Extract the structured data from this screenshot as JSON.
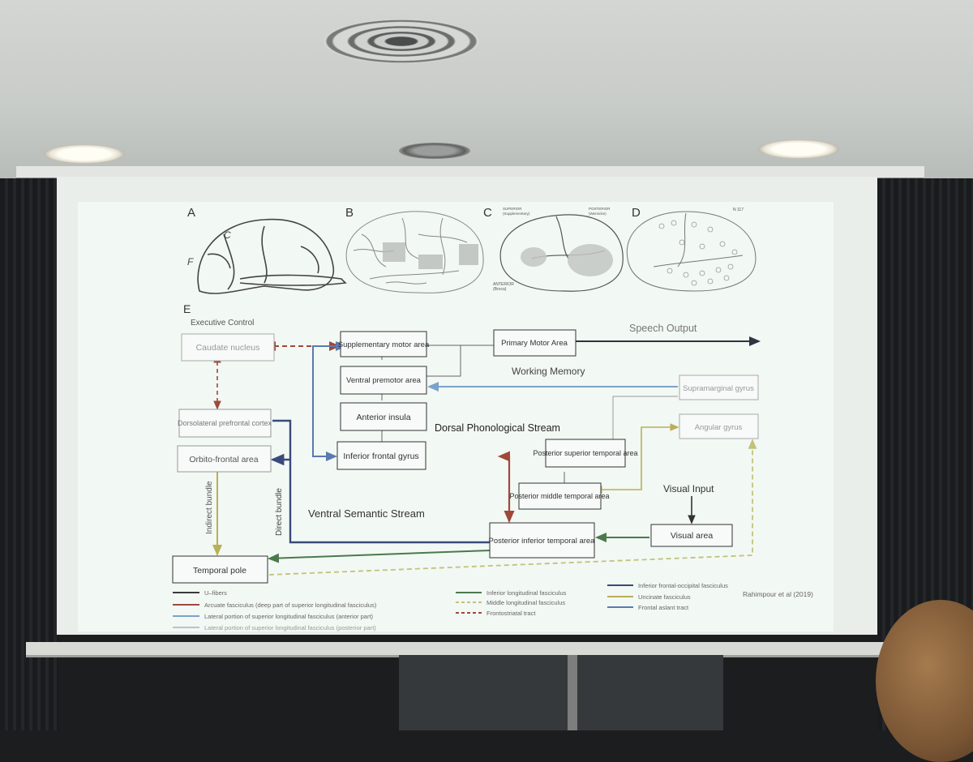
{
  "panels": {
    "a_label": "A",
    "b_label": "B",
    "c_label": "C",
    "d_label": "D",
    "e_label": "E",
    "c_top_left": "SUPERIOR\nSPEECH CORTEX\n(Supplementary\nMotor)",
    "c_top_right": "POSTERIOR\nSPEECH CORTEX\n(Wernicke)",
    "c_bottom_left": "ANTERIOR\nSPEECH CORTEX\n(Broca)",
    "d_corner": "N 117"
  },
  "diagram": {
    "section_heading": "Executive Control",
    "nodes": {
      "caudate": "Caudate nucleus",
      "sma": "Supplementary motor area",
      "pma": "Primary Motor Area",
      "vpm": "Ventral premotor area",
      "ains": "Anterior insula",
      "ifg": "Inferior frontal gyrus",
      "dlpfc": "Dorsolateral prefrontal cortex",
      "ofa": "Orbito-frontal area",
      "tpole": "Temporal pole",
      "smg": "Supramarginal gyrus",
      "ang": "Angular gyrus",
      "pst": "Posterior superior temporal area",
      "pmt": "Posterior middle temporal area",
      "pit": "Posterior inferior temporal area",
      "visual": "Visual area"
    },
    "labels": {
      "speech_output": "Speech Output",
      "working_memory": "Working Memory",
      "dorsal": "Dorsal Phonological Stream",
      "ventral": "Ventral Semantic Stream",
      "visual_input": "Visual Input",
      "indirect_bundle": "Indirect bundle",
      "direct_bundle": "Direct bundle"
    }
  },
  "legend": [
    {
      "label": "U–fibers",
      "color": "#3a3a3a"
    },
    {
      "label": "Arcuate fasciculus (deep part of superior longitudinal fasciculus)",
      "color": "#a0483a"
    },
    {
      "label": "Lateral portion of superior longitudinal fasciculus (anterior part)",
      "color": "#7aa3c9"
    },
    {
      "label": "Lateral portion of superior longitudinal fasciculus (posterior part)",
      "color": "#b6c4cc"
    },
    {
      "label": "Inferior longitudinal fasciculus",
      "color": "#4a7a4c"
    },
    {
      "label": "Middle longitudinal fasciculus",
      "color": "#c2c27a"
    },
    {
      "label": "Frontostriatal tract",
      "color": "#a0483a"
    },
    {
      "label": "Inferior frontal-occipital fasciculus",
      "color": "#3a4a7a"
    },
    {
      "label": "Uncinate fasciculus",
      "color": "#b9b057"
    },
    {
      "label": "Frontal aslant tract",
      "color": "#5a7ab0"
    }
  ],
  "citation": "Rahimpour et al (2019)"
}
